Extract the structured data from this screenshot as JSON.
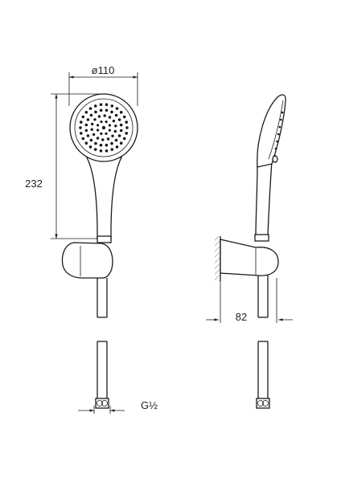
{
  "dimensions": {
    "head_diameter": "ø110",
    "height": "232",
    "depth": "82",
    "thread": "G½"
  }
}
